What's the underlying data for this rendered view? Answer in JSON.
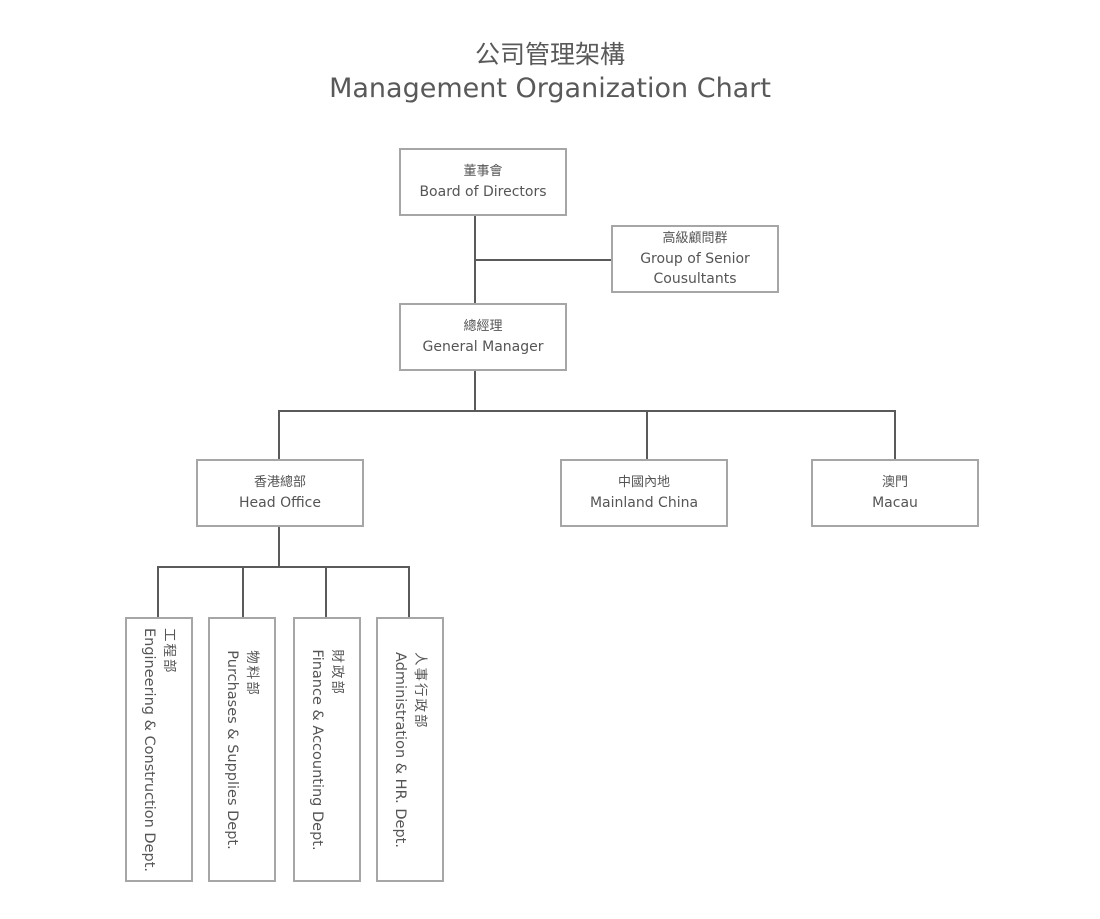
{
  "title": {
    "zh": "公司管理架構",
    "en": "Management Organization Chart"
  },
  "nodes": {
    "board": {
      "zh": "董事會",
      "en": "Board of Directors"
    },
    "senior_consultants": {
      "zh": "高級顧問群",
      "en": "Group of Senior Cousultants"
    },
    "general_manager": {
      "zh": "總經理",
      "en": "General Manager"
    },
    "head_office": {
      "zh": "香港總部",
      "en": "Head Office"
    },
    "mainland_china": {
      "zh": "中國內地",
      "en": "Mainland China"
    },
    "macau": {
      "zh": "澳門",
      "en": "Macau"
    }
  },
  "departments": [
    {
      "zh": "工程部",
      "en": "Engineering & Construction Dept."
    },
    {
      "zh": "物料部",
      "en": "Purchases & Supplies Dept."
    },
    {
      "zh": "財政部",
      "en": "Finance & Accounting Dept."
    },
    {
      "zh": "人事行政部",
      "en": "Administration & HR. Dept."
    }
  ],
  "colors": {
    "text": "#555555",
    "box_border": "#a6a6a6",
    "connector": "#5a5a5a",
    "background": "#ffffff"
  }
}
